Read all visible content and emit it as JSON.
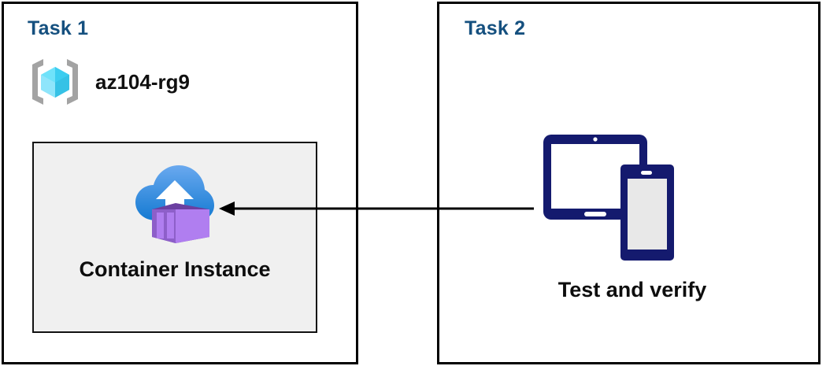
{
  "diagram": {
    "type": "task-flow",
    "panels": [
      {
        "id": "task1",
        "title": "Task 1",
        "resource_group": {
          "icon": "resource-group-icon",
          "label": "az104-rg9"
        },
        "resource": {
          "icon": "container-instance-icon",
          "label": "Container Instance"
        }
      },
      {
        "id": "task2",
        "title": "Task 2",
        "resource": {
          "icon": "devices-icon",
          "label": "Test and verify"
        }
      }
    ],
    "connector": {
      "from": "Test and verify",
      "to": "Container Instance",
      "direction": "left",
      "style": "solid-arrow"
    }
  },
  "colors": {
    "title_blue": "#15507f",
    "panel_border": "#000000",
    "box_fill": "#f0f0f0",
    "box_border": "#111111",
    "label_black": "#0d0d0d",
    "devices_navy": "#141a6e",
    "devices_screen": "#e8e8e8",
    "cloud_blue_top": "#5ea0ec",
    "cloud_blue_bottom": "#1b84d8",
    "container_purple_light": "#b07ef0",
    "container_purple_dark": "#6b3fa0",
    "rg_bracket_gray": "#a3a3a3",
    "rg_cube_cyan": "#4fd3f5"
  }
}
